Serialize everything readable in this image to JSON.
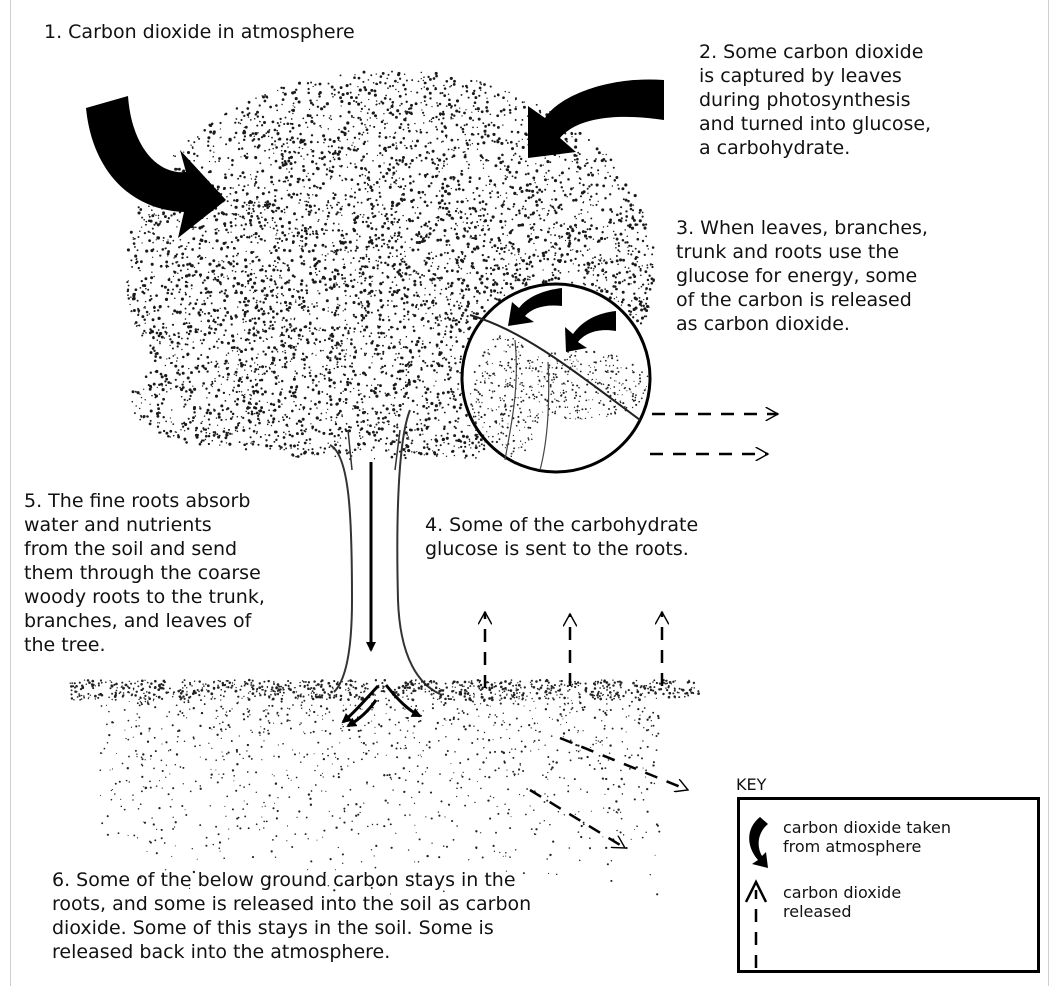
{
  "steps": {
    "s1": "1.  Carbon dioxide in atmosphere",
    "s2": "2.  Some carbon dioxide\nis captured by leaves\nduring photosynthesis\nand turned into glucose,\na carbohydrate.",
    "s3": "3.  When leaves, branches,\ntrunk and roots use the\nglucose for energy, some\nof the carbon is released\nas carbon dioxide.",
    "s4": "4.  Some of the carbohydrate\nglucose is sent to the roots.",
    "s5": "5. The fine roots absorb\nwater and nutrients\nfrom the soil and send\nthem through the coarse\nwoody roots to the trunk,\nbranches, and leaves of\nthe tree.",
    "s6": "6. Some of the below ground carbon stays in the\nroots, and some is released into the soil as carbon\ndioxide. Some of this stays in the soil. Some is\nreleased back into the atmosphere."
  },
  "key": {
    "title": "KEY",
    "taken": "carbon dioxide taken\nfrom atmosphere",
    "released": "carbon dioxide\nreleased"
  },
  "colors": {
    "ink": "#000000",
    "tree": "#1a1a1a",
    "frame": "#cfcfcf"
  },
  "icons": [
    "curved-arrow-in-icon",
    "dashed-arrow-out-icon",
    "tree-illustration",
    "leaf-magnifier-illustration"
  ]
}
